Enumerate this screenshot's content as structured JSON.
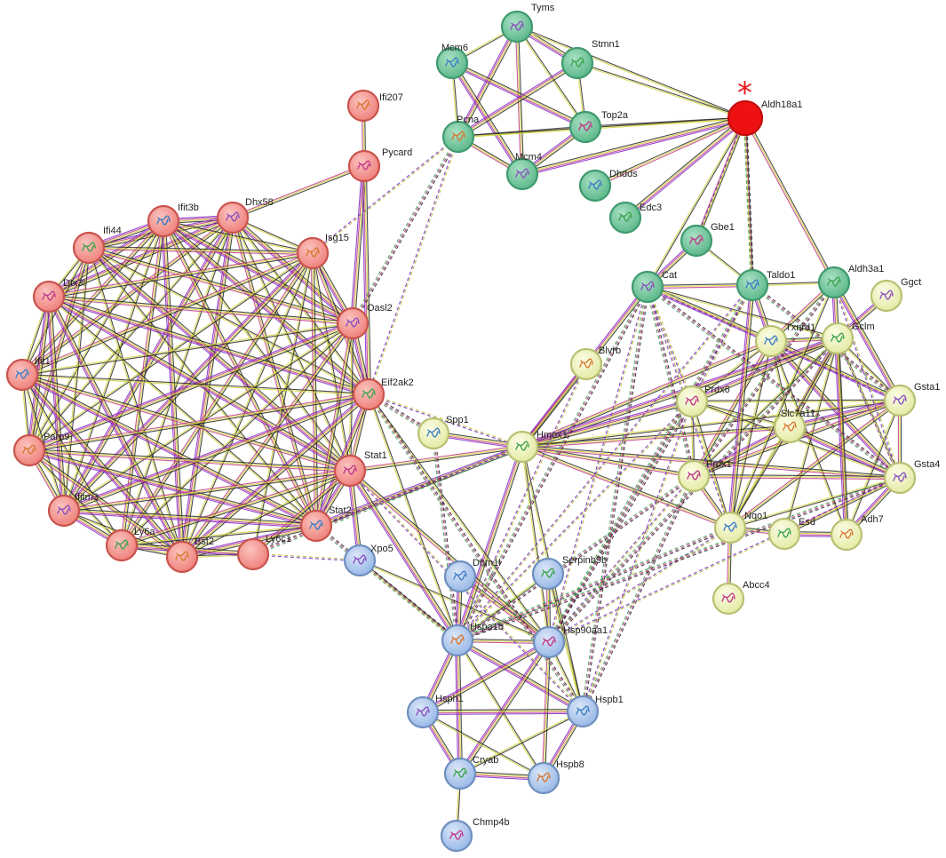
{
  "colors": {
    "cluster_red": "#f08a84",
    "cluster_red_stroke": "#c9534d",
    "cluster_green": "#6cc39a",
    "cluster_green_stroke": "#3f9a6e",
    "cluster_yellow": "#eef2b8",
    "cluster_yellow_stroke": "#b8c073",
    "cluster_blue": "#a8c4ec",
    "cluster_blue_stroke": "#6f8fbe",
    "highlight_red": "#ee1111",
    "marker": "#e8141c"
  },
  "marker_glyph": "*",
  "nodes": [
    {
      "id": "Tyms",
      "label": "Tyms",
      "cluster": "green"
    },
    {
      "id": "Mcm6",
      "label": "Mcm6",
      "cluster": "green"
    },
    {
      "id": "Stmn1",
      "label": "Stmn1",
      "cluster": "green"
    },
    {
      "id": "Pcna",
      "label": "Pcna",
      "cluster": "green"
    },
    {
      "id": "Top2a",
      "label": "Top2a",
      "cluster": "green"
    },
    {
      "id": "Mcm4",
      "label": "Mcm4",
      "cluster": "green"
    },
    {
      "id": "Dhdds",
      "label": "Dhdds",
      "cluster": "green"
    },
    {
      "id": "Edc3",
      "label": "Edc3",
      "cluster": "green"
    },
    {
      "id": "Aldh18a1",
      "label": "Aldh18a1",
      "cluster": "highlight"
    },
    {
      "id": "Gbe1",
      "label": "Gbe1",
      "cluster": "green"
    },
    {
      "id": "Cat",
      "label": "Cat",
      "cluster": "green"
    },
    {
      "id": "Taldo1",
      "label": "Taldo1",
      "cluster": "green"
    },
    {
      "id": "Aldh3a1",
      "label": "Aldh3a1",
      "cluster": "green"
    },
    {
      "id": "Ifi207",
      "label": "Ifi207",
      "cluster": "red"
    },
    {
      "id": "Pycard",
      "label": "Pycard",
      "cluster": "red"
    },
    {
      "id": "Dhx58",
      "label": "Dhx58",
      "cluster": "red"
    },
    {
      "id": "Ifit3b",
      "label": "Ifit3b",
      "cluster": "red"
    },
    {
      "id": "Ifi44",
      "label": "Ifi44",
      "cluster": "red"
    },
    {
      "id": "Isg15",
      "label": "Isg15",
      "cluster": "red"
    },
    {
      "id": "Dtx3l",
      "label": "Dtx3l",
      "cluster": "red"
    },
    {
      "id": "Oasl2",
      "label": "Oasl2",
      "cluster": "red"
    },
    {
      "id": "Ifit1",
      "label": "Ifit1",
      "cluster": "red"
    },
    {
      "id": "Eif2ak2",
      "label": "Eif2ak2",
      "cluster": "red"
    },
    {
      "id": "Parp9",
      "label": "Parp9",
      "cluster": "red"
    },
    {
      "id": "Stat1",
      "label": "Stat1",
      "cluster": "red"
    },
    {
      "id": "Ifitm3",
      "label": "Ifitm3",
      "cluster": "red"
    },
    {
      "id": "Stat2",
      "label": "Stat2",
      "cluster": "red"
    },
    {
      "id": "Ly6a",
      "label": "Ly6a",
      "cluster": "red"
    },
    {
      "id": "Bst2",
      "label": "Bst2",
      "cluster": "red"
    },
    {
      "id": "Ly6c1",
      "label": "Ly6c1",
      "cluster": "red"
    },
    {
      "id": "Ggct",
      "label": "Ggct",
      "cluster": "yellow"
    },
    {
      "id": "Txnrd1",
      "label": "Txnrd1",
      "cluster": "yellow"
    },
    {
      "id": "Gclm",
      "label": "Gclm",
      "cluster": "yellow"
    },
    {
      "id": "Blvrb",
      "label": "Blvrb",
      "cluster": "yellow"
    },
    {
      "id": "Prdx6",
      "label": "Prdx6",
      "cluster": "yellow"
    },
    {
      "id": "Gsta1",
      "label": "Gsta1",
      "cluster": "yellow"
    },
    {
      "id": "Spp1",
      "label": "Spp1",
      "cluster": "yellow"
    },
    {
      "id": "Hmox1",
      "label": "Hmox1",
      "cluster": "yellow"
    },
    {
      "id": "Slc7a11",
      "label": "Slc7a11",
      "cluster": "yellow"
    },
    {
      "id": "Prdx1",
      "label": "Prdx1",
      "cluster": "yellow"
    },
    {
      "id": "Gsta4",
      "label": "Gsta4",
      "cluster": "yellow"
    },
    {
      "id": "Nqo1",
      "label": "Nqo1",
      "cluster": "yellow"
    },
    {
      "id": "Esd",
      "label": "Esd",
      "cluster": "yellow"
    },
    {
      "id": "Adh7",
      "label": "Adh7",
      "cluster": "yellow"
    },
    {
      "id": "Abcc4",
      "label": "Abcc4",
      "cluster": "yellow"
    },
    {
      "id": "Xpo5",
      "label": "Xpo5",
      "cluster": "blue"
    },
    {
      "id": "Dnm1l",
      "label": "Dnm1l",
      "cluster": "blue"
    },
    {
      "id": "Serpinb9b",
      "label": "Serpinb9b",
      "cluster": "blue"
    },
    {
      "id": "Hspa1b",
      "label": "Hspa1b",
      "cluster": "blue"
    },
    {
      "id": "Hsp90aa1",
      "label": "Hsp90aa1",
      "cluster": "blue"
    },
    {
      "id": "Hsph1",
      "label": "Hsph1",
      "cluster": "blue"
    },
    {
      "id": "Hspb1",
      "label": "Hspb1",
      "cluster": "blue"
    },
    {
      "id": "Cryab",
      "label": "Cryab",
      "cluster": "blue"
    },
    {
      "id": "Hspb8",
      "label": "Hspb8",
      "cluster": "blue"
    },
    {
      "id": "Chmp4b",
      "label": "Chmp4b",
      "cluster": "blue"
    }
  ],
  "edges": [
    [
      "Tyms",
      "Mcm6"
    ],
    [
      "Tyms",
      "Stmn1"
    ],
    [
      "Tyms",
      "Pcna"
    ],
    [
      "Tyms",
      "Top2a"
    ],
    [
      "Tyms",
      "Mcm4"
    ],
    [
      "Tyms",
      "Aldh18a1"
    ],
    [
      "Mcm6",
      "Pcna"
    ],
    [
      "Mcm6",
      "Top2a"
    ],
    [
      "Mcm6",
      "Mcm4"
    ],
    [
      "Stmn1",
      "Top2a"
    ],
    [
      "Stmn1",
      "Pcna"
    ],
    [
      "Stmn1",
      "Aldh18a1"
    ],
    [
      "Pcna",
      "Top2a"
    ],
    [
      "Pcna",
      "Mcm4"
    ],
    [
      "Top2a",
      "Mcm4"
    ],
    [
      "Top2a",
      "Aldh18a1"
    ],
    [
      "Pcna",
      "Aldh18a1"
    ],
    [
      "Mcm4",
      "Aldh18a1"
    ],
    [
      "Dhdds",
      "Aldh18a1"
    ],
    [
      "Edc3",
      "Aldh18a1"
    ],
    [
      "Aldh18a1",
      "Cat"
    ],
    [
      "Aldh18a1",
      "Gbe1"
    ],
    [
      "Aldh18a1",
      "Taldo1"
    ],
    [
      "Aldh18a1",
      "Aldh3a1"
    ],
    [
      "Gbe1",
      "Cat"
    ],
    [
      "Gbe1",
      "Taldo1"
    ],
    [
      "Cat",
      "Taldo1"
    ],
    [
      "Taldo1",
      "Aldh3a1"
    ],
    [
      "Ifi207",
      "Pycard"
    ],
    [
      "Pycard",
      "Dhx58"
    ],
    [
      "Pycard",
      "Oasl2"
    ],
    [
      "Pycard",
      "Eif2ak2"
    ],
    [
      "Dhx58",
      "Ifit3b"
    ],
    [
      "Dhx58",
      "Ifi44"
    ],
    [
      "Dhx58",
      "Isg15"
    ],
    [
      "Dhx58",
      "Dtx3l"
    ],
    [
      "Dhx58",
      "Oasl2"
    ],
    [
      "Dhx58",
      "Ifit1"
    ],
    [
      "Dhx58",
      "Eif2ak2"
    ],
    [
      "Dhx58",
      "Parp9"
    ],
    [
      "Dhx58",
      "Stat1"
    ],
    [
      "Dhx58",
      "Ifitm3"
    ],
    [
      "Dhx58",
      "Stat2"
    ],
    [
      "Dhx58",
      "Bst2"
    ],
    [
      "Dhx58",
      "Ly6a"
    ],
    [
      "Ifit3b",
      "Ifi44"
    ],
    [
      "Ifit3b",
      "Isg15"
    ],
    [
      "Ifit3b",
      "Dtx3l"
    ],
    [
      "Ifit3b",
      "Oasl2"
    ],
    [
      "Ifit3b",
      "Ifit1"
    ],
    [
      "Ifit3b",
      "Eif2ak2"
    ],
    [
      "Ifit3b",
      "Parp9"
    ],
    [
      "Ifit3b",
      "Stat1"
    ],
    [
      "Ifit3b",
      "Ifitm3"
    ],
    [
      "Ifit3b",
      "Stat2"
    ],
    [
      "Ifit3b",
      "Bst2"
    ],
    [
      "Ifit3b",
      "Ly6a"
    ],
    [
      "Ifi44",
      "Isg15"
    ],
    [
      "Ifi44",
      "Dtx3l"
    ],
    [
      "Ifi44",
      "Oasl2"
    ],
    [
      "Ifi44",
      "Ifit1"
    ],
    [
      "Ifi44",
      "Eif2ak2"
    ],
    [
      "Ifi44",
      "Parp9"
    ],
    [
      "Ifi44",
      "Stat1"
    ],
    [
      "Ifi44",
      "Ifitm3"
    ],
    [
      "Ifi44",
      "Stat2"
    ],
    [
      "Ifi44",
      "Bst2"
    ],
    [
      "Isg15",
      "Dtx3l"
    ],
    [
      "Isg15",
      "Oasl2"
    ],
    [
      "Isg15",
      "Ifit1"
    ],
    [
      "Isg15",
      "Eif2ak2"
    ],
    [
      "Isg15",
      "Parp9"
    ],
    [
      "Isg15",
      "Stat1"
    ],
    [
      "Isg15",
      "Ifitm3"
    ],
    [
      "Isg15",
      "Stat2"
    ],
    [
      "Isg15",
      "Bst2"
    ],
    [
      "Isg15",
      "Ly6a"
    ],
    [
      "Isg15",
      "Ly6c1"
    ],
    [
      "Dtx3l",
      "Oasl2"
    ],
    [
      "Dtx3l",
      "Ifit1"
    ],
    [
      "Dtx3l",
      "Eif2ak2"
    ],
    [
      "Dtx3l",
      "Parp9"
    ],
    [
      "Dtx3l",
      "Stat1"
    ],
    [
      "Dtx3l",
      "Ifitm3"
    ],
    [
      "Dtx3l",
      "Stat2"
    ],
    [
      "Dtx3l",
      "Bst2"
    ],
    [
      "Oasl2",
      "Ifit1"
    ],
    [
      "Oasl2",
      "Eif2ak2"
    ],
    [
      "Oasl2",
      "Parp9"
    ],
    [
      "Oasl2",
      "Stat1"
    ],
    [
      "Oasl2",
      "Ifitm3"
    ],
    [
      "Oasl2",
      "Stat2"
    ],
    [
      "Oasl2",
      "Bst2"
    ],
    [
      "Oasl2",
      "Ly6a"
    ],
    [
      "Ifit1",
      "Eif2ak2"
    ],
    [
      "Ifit1",
      "Parp9"
    ],
    [
      "Ifit1",
      "Stat1"
    ],
    [
      "Ifit1",
      "Ifitm3"
    ],
    [
      "Ifit1",
      "Stat2"
    ],
    [
      "Ifit1",
      "Bst2"
    ],
    [
      "Ifit1",
      "Ly6a"
    ],
    [
      "Eif2ak2",
      "Parp9"
    ],
    [
      "Eif2ak2",
      "Stat1"
    ],
    [
      "Eif2ak2",
      "Ifitm3"
    ],
    [
      "Eif2ak2",
      "Stat2"
    ],
    [
      "Eif2ak2",
      "Bst2"
    ],
    [
      "Parp9",
      "Stat1"
    ],
    [
      "Parp9",
      "Ifitm3"
    ],
    [
      "Parp9",
      "Stat2"
    ],
    [
      "Parp9",
      "Bst2"
    ],
    [
      "Parp9",
      "Ly6a"
    ],
    [
      "Stat1",
      "Ifitm3"
    ],
    [
      "Stat1",
      "Stat2"
    ],
    [
      "Stat1",
      "Bst2"
    ],
    [
      "Stat1",
      "Ly6a"
    ],
    [
      "Stat1",
      "Ly6c1"
    ],
    [
      "Ifitm3",
      "Stat2"
    ],
    [
      "Ifitm3",
      "Bst2"
    ],
    [
      "Ifitm3",
      "Ly6a"
    ],
    [
      "Stat2",
      "Bst2"
    ],
    [
      "Stat2",
      "Ly6a"
    ],
    [
      "Bst2",
      "Ly6a"
    ],
    [
      "Bst2",
      "Ly6c1"
    ],
    [
      "Ly6a",
      "Ly6c1"
    ],
    [
      "Txnrd1",
      "Gclm"
    ],
    [
      "Txnrd1",
      "Prdx6"
    ],
    [
      "Txnrd1",
      "Gsta1"
    ],
    [
      "Txnrd1",
      "Hmox1"
    ],
    [
      "Txnrd1",
      "Slc7a11"
    ],
    [
      "Txnrd1",
      "Prdx1"
    ],
    [
      "Txnrd1",
      "Gsta4"
    ],
    [
      "Txnrd1",
      "Nqo1"
    ],
    [
      "Txnrd1",
      "Adh7"
    ],
    [
      "Gclm",
      "Prdx6"
    ],
    [
      "Gclm",
      "Gsta1"
    ],
    [
      "Gclm",
      "Hmox1"
    ],
    [
      "Gclm",
      "Slc7a11"
    ],
    [
      "Gclm",
      "Prdx1"
    ],
    [
      "Gclm",
      "Gsta4"
    ],
    [
      "Gclm",
      "Nqo1"
    ],
    [
      "Gclm",
      "Esd"
    ],
    [
      "Gclm",
      "Adh7"
    ],
    [
      "Ggct",
      "Gclm"
    ],
    [
      "Blvrb",
      "Hmox1"
    ],
    [
      "Spp1",
      "Hmox1"
    ],
    [
      "Prdx6",
      "Gsta1"
    ],
    [
      "Prdx6",
      "Hmox1"
    ],
    [
      "Prdx6",
      "Slc7a11"
    ],
    [
      "Prdx6",
      "Prdx1"
    ],
    [
      "Prdx6",
      "Gsta4"
    ],
    [
      "Prdx6",
      "Nqo1"
    ],
    [
      "Gsta1",
      "Hmox1"
    ],
    [
      "Gsta1",
      "Gsta4"
    ],
    [
      "Gsta1",
      "Nqo1"
    ],
    [
      "Gsta1",
      "Adh7"
    ],
    [
      "Gsta1",
      "Slc7a11"
    ],
    [
      "Gsta1",
      "Prdx1"
    ],
    [
      "Hmox1",
      "Slc7a11"
    ],
    [
      "Hmox1",
      "Prdx1"
    ],
    [
      "Hmox1",
      "Gsta4"
    ],
    [
      "Hmox1",
      "Nqo1"
    ],
    [
      "Slc7a11",
      "Prdx1"
    ],
    [
      "Slc7a11",
      "Gsta4"
    ],
    [
      "Slc7a11",
      "Nqo1"
    ],
    [
      "Prdx1",
      "Gsta4"
    ],
    [
      "Prdx1",
      "Nqo1"
    ],
    [
      "Gsta4",
      "Nqo1"
    ],
    [
      "Gsta4",
      "Adh7"
    ],
    [
      "Gsta4",
      "Esd"
    ],
    [
      "Nqo1",
      "Esd"
    ],
    [
      "Nqo1",
      "Abcc4"
    ],
    [
      "Esd",
      "Adh7"
    ],
    [
      "Cat",
      "Txnrd1"
    ],
    [
      "Cat",
      "Gclm"
    ],
    [
      "Cat",
      "Hmox1"
    ],
    [
      "Taldo1",
      "Txnrd1"
    ],
    [
      "Taldo1",
      "Nqo1"
    ],
    [
      "Aldh3a1",
      "Txnrd1"
    ],
    [
      "Aldh3a1",
      "Nqo1"
    ],
    [
      "Aldh3a1",
      "Gsta1"
    ],
    [
      "Aldh3a1",
      "Adh7"
    ],
    [
      "Xpo5",
      "Hspa1b"
    ],
    [
      "Xpo5",
      "Hsp90aa1"
    ],
    [
      "Dnm1l",
      "Hspa1b"
    ],
    [
      "Dnm1l",
      "Hsp90aa1"
    ],
    [
      "Serpinb9b",
      "Hspa1b"
    ],
    [
      "Serpinb9b",
      "Hsp90aa1"
    ],
    [
      "Serpinb9b",
      "Hspb1"
    ],
    [
      "Hspa1b",
      "Hsp90aa1"
    ],
    [
      "Hspa1b",
      "Hsph1"
    ],
    [
      "Hspa1b",
      "Hspb1"
    ],
    [
      "Hspa1b",
      "Cryab"
    ],
    [
      "Hspa1b",
      "Hspb8"
    ],
    [
      "Hsp90aa1",
      "Hsph1"
    ],
    [
      "Hsp90aa1",
      "Hspb1"
    ],
    [
      "Hsp90aa1",
      "Cryab"
    ],
    [
      "Hsp90aa1",
      "Hspb8"
    ],
    [
      "Hsph1",
      "Hspb1"
    ],
    [
      "Hsph1",
      "Cryab"
    ],
    [
      "Hsph1",
      "Hspb8"
    ],
    [
      "Hspb1",
      "Cryab"
    ],
    [
      "Hspb1",
      "Hspb8"
    ],
    [
      "Cryab",
      "Hspb8"
    ],
    [
      "Cryab",
      "Chmp4b"
    ],
    [
      "Hmox1",
      "Stat1"
    ],
    [
      "Hmox1",
      "Stat2"
    ],
    [
      "Hmox1",
      "Hspa1b"
    ],
    [
      "Hmox1",
      "Hsp90aa1"
    ],
    [
      "Hmox1",
      "Hspb1"
    ],
    [
      "Eif2ak2",
      "Hspa1b"
    ],
    [
      "Eif2ak2",
      "Hsp90aa1"
    ],
    [
      "Stat1",
      "Hspa1b"
    ],
    [
      "Stat1",
      "Hsp90aa1"
    ],
    [
      "Stat1",
      "Xpo5"
    ]
  ],
  "dashed_edges": [
    [
      "Pcna",
      "Isg15"
    ],
    [
      "Pcna",
      "Oasl2"
    ],
    [
      "Pcna",
      "Eif2ak2"
    ],
    [
      "Eif2ak2",
      "Spp1"
    ],
    [
      "Eif2ak2",
      "Hmox1"
    ],
    [
      "Ly6c1",
      "Hmox1"
    ],
    [
      "Stat2",
      "Hmox1"
    ],
    [
      "Cat",
      "Hspa1b"
    ],
    [
      "Cat",
      "Hsp90aa1"
    ],
    [
      "Cat",
      "Hspb1"
    ],
    [
      "Cat",
      "Prdx6"
    ],
    [
      "Cat",
      "Prdx1"
    ],
    [
      "Cat",
      "Gsta1"
    ],
    [
      "Cat",
      "Gsta4"
    ],
    [
      "Taldo1",
      "Hspa1b"
    ],
    [
      "Taldo1",
      "Hsp90aa1"
    ],
    [
      "Taldo1",
      "Prdx6"
    ],
    [
      "Aldh18a1",
      "Taldo1"
    ],
    [
      "Aldh18a1",
      "Gbe1"
    ],
    [
      "Prdx1",
      "Hspa1b"
    ],
    [
      "Prdx1",
      "Hsp90aa1"
    ],
    [
      "Prdx1",
      "Hspb1"
    ],
    [
      "Prdx6",
      "Hspa1b"
    ],
    [
      "Prdx6",
      "Hsp90aa1"
    ],
    [
      "Prdx6",
      "Hspb1"
    ],
    [
      "Nqo1",
      "Hspa1b"
    ],
    [
      "Nqo1",
      "Hsp90aa1"
    ],
    [
      "Gsta4",
      "Hspa1b"
    ],
    [
      "Gsta4",
      "Hsp90aa1"
    ],
    [
      "Eif2ak2",
      "Hspb1"
    ],
    [
      "Stat1",
      "Hspb1"
    ],
    [
      "Stat2",
      "Hspa1b"
    ],
    [
      "Ly6c1",
      "Xpo5"
    ],
    [
      "Gclm",
      "Hsp90aa1"
    ],
    [
      "Aldh3a1",
      "Gsta4"
    ],
    [
      "Aldh3a1",
      "Prdx1"
    ],
    [
      "Gclm",
      "Gsta4"
    ],
    [
      "Taldo1",
      "Gsta1"
    ],
    [
      "Cat",
      "Nqo1"
    ],
    [
      "Spp1",
      "Hspa1b"
    ],
    [
      "Blvrb",
      "Hspa1b"
    ]
  ]
}
